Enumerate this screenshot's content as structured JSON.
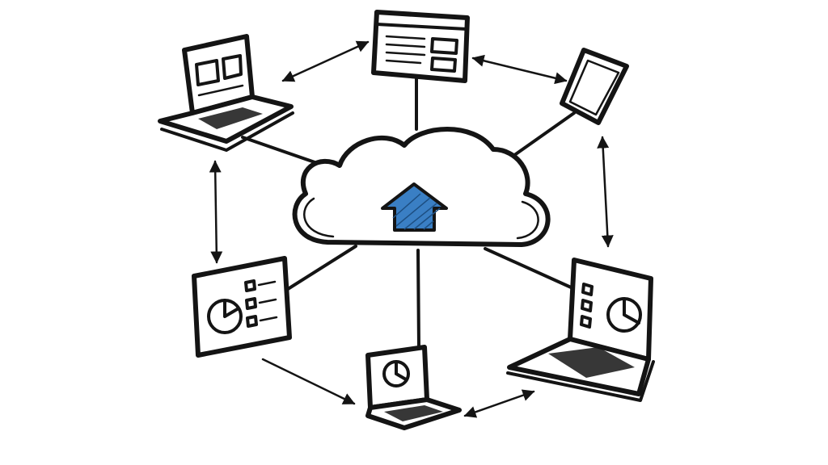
{
  "diagram": {
    "hub": {
      "icon": "cloud-upload-icon",
      "arrow_color": "#3a7fc4"
    },
    "ink_color": "#141414",
    "background": "#ffffff",
    "devices": [
      {
        "id": "laptop-top-left",
        "icon": "laptop-icon"
      },
      {
        "id": "browser-window-top",
        "icon": "browser-window-icon"
      },
      {
        "id": "smartphone-top-right",
        "icon": "smartphone-icon"
      },
      {
        "id": "tablet-left",
        "icon": "tablet-icon"
      },
      {
        "id": "laptop-bottom",
        "icon": "laptop-icon"
      },
      {
        "id": "laptop-bottom-right",
        "icon": "laptop-icon"
      }
    ],
    "connections": [
      {
        "from": "cloud",
        "to": "laptop-top-left",
        "type": "line"
      },
      {
        "from": "cloud",
        "to": "browser-window-top",
        "type": "line"
      },
      {
        "from": "cloud",
        "to": "smartphone-top-right",
        "type": "line"
      },
      {
        "from": "cloud",
        "to": "tablet-left",
        "type": "line"
      },
      {
        "from": "cloud",
        "to": "laptop-bottom",
        "type": "line"
      },
      {
        "from": "cloud",
        "to": "laptop-bottom-right",
        "type": "line"
      },
      {
        "from": "laptop-top-left",
        "to": "browser-window-top",
        "type": "double-arrow"
      },
      {
        "from": "browser-window-top",
        "to": "smartphone-top-right",
        "type": "double-arrow"
      },
      {
        "from": "laptop-top-left",
        "to": "tablet-left",
        "type": "double-arrow"
      },
      {
        "from": "smartphone-top-right",
        "to": "laptop-bottom-right",
        "type": "double-arrow"
      },
      {
        "from": "tablet-left",
        "to": "laptop-bottom",
        "type": "arrow"
      },
      {
        "from": "laptop-bottom",
        "to": "laptop-bottom-right",
        "type": "double-arrow"
      }
    ]
  }
}
